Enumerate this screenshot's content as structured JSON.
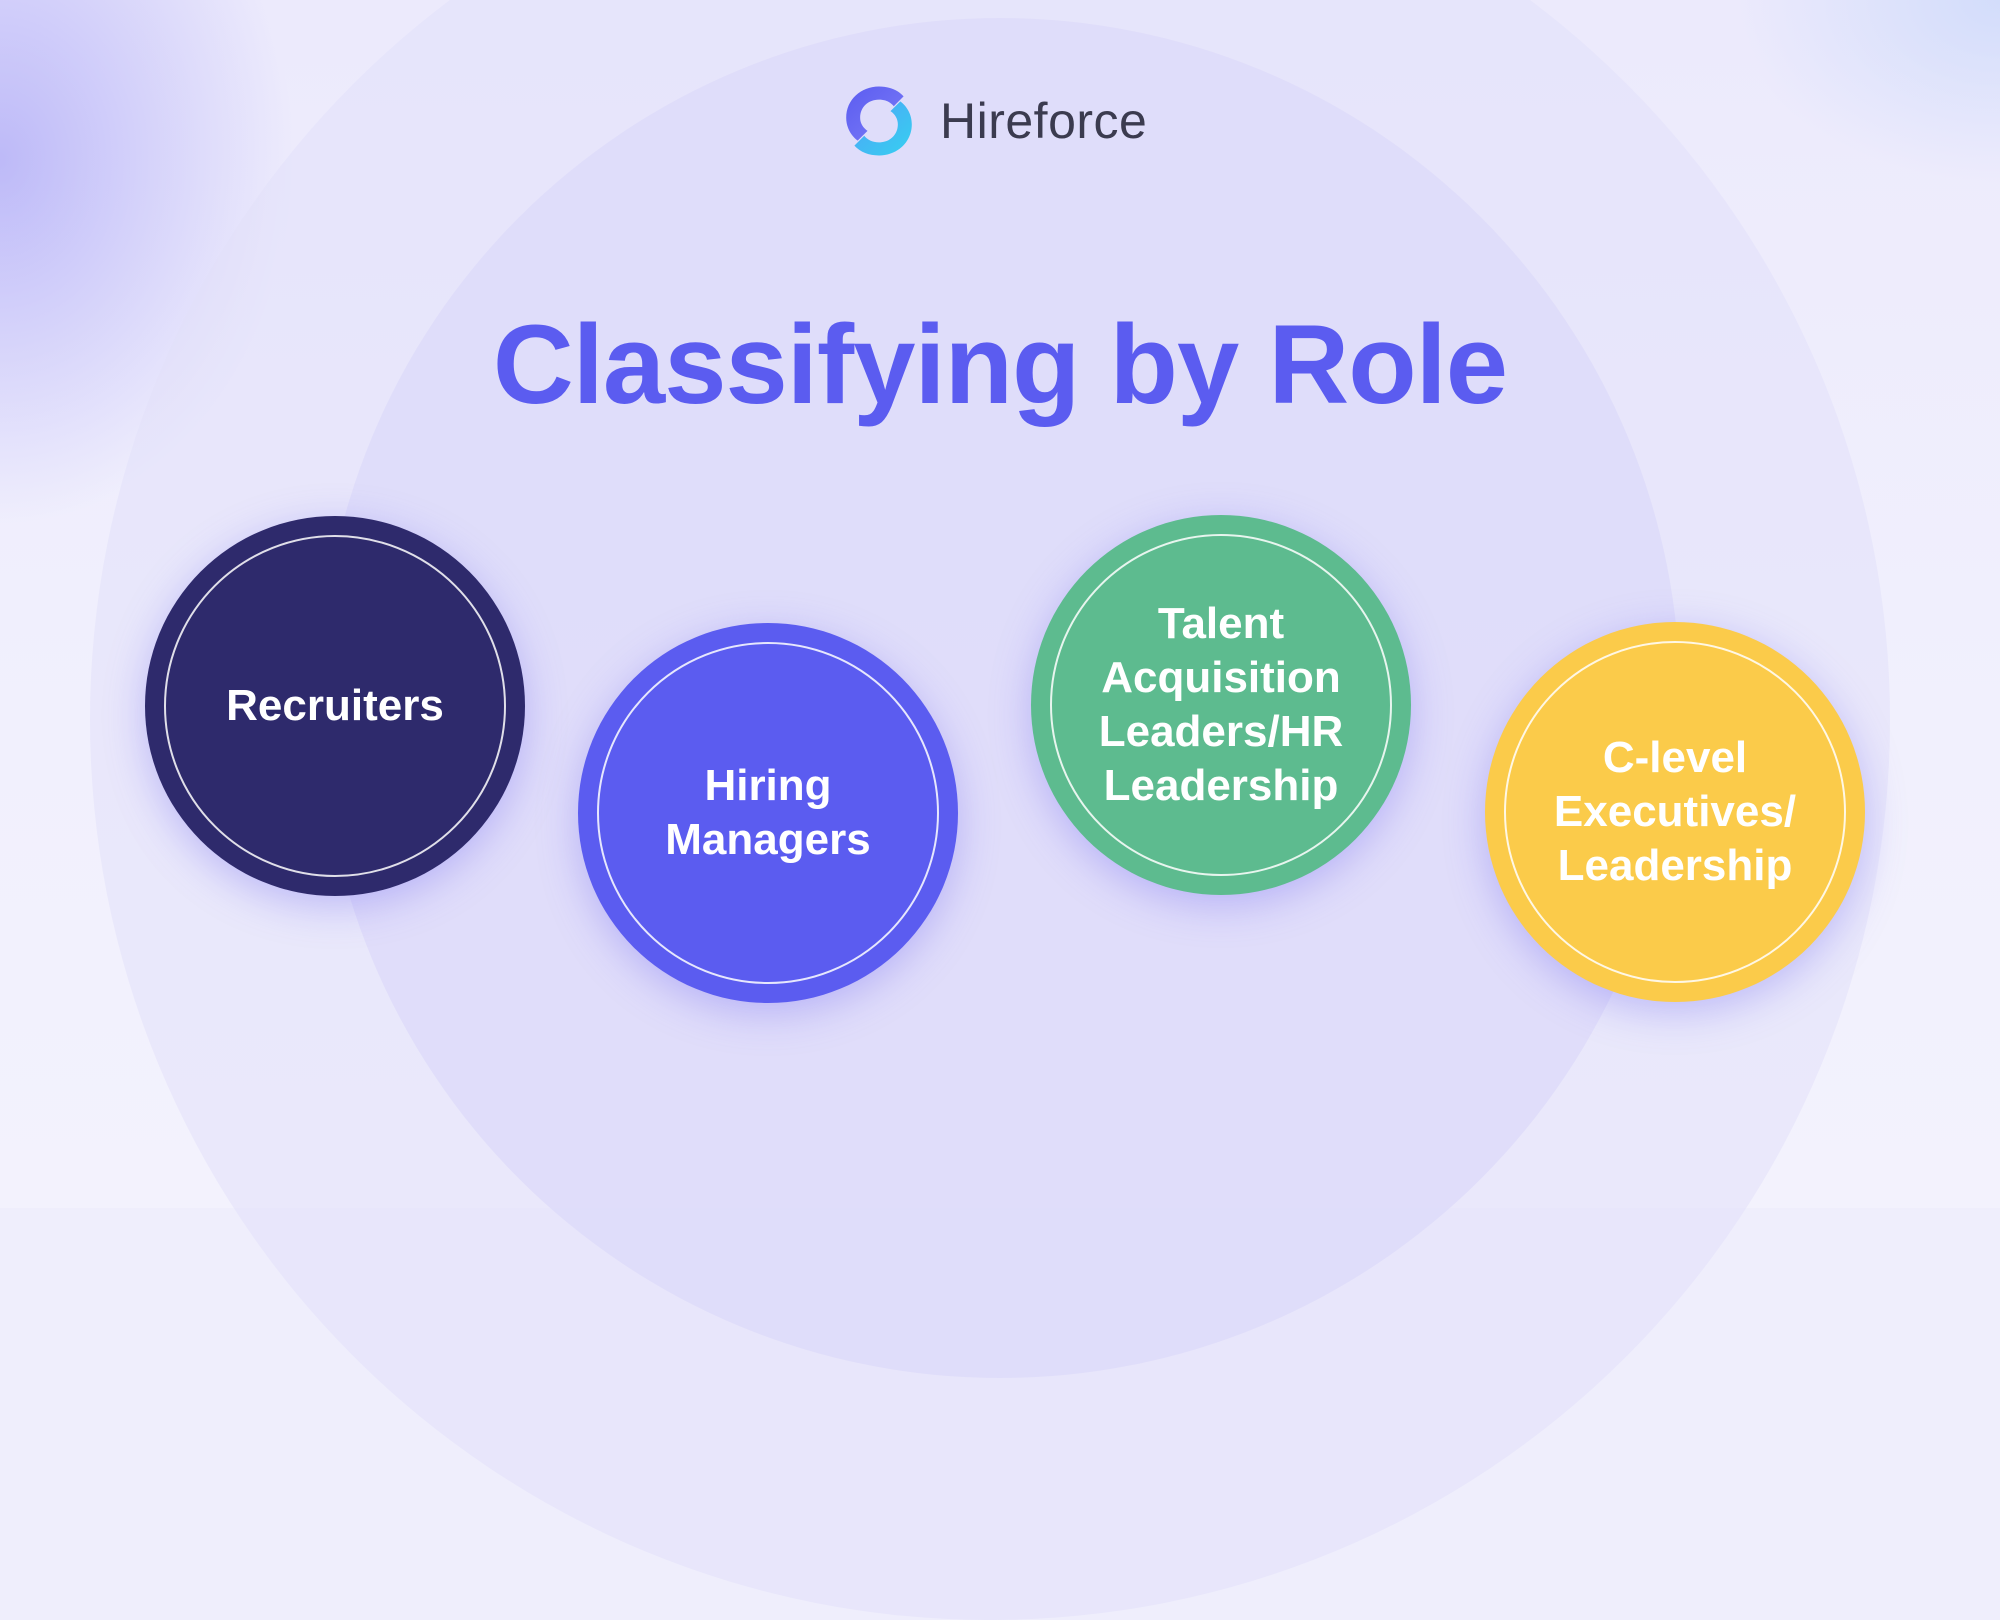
{
  "brand": {
    "name": "Hireforce",
    "logo_icon": "ring-logo-icon",
    "logo_colors": [
      "#5b5cf0",
      "#38c6f4"
    ]
  },
  "title": "Classifying by Role",
  "title_color": "#5b5cf0",
  "roles": [
    {
      "label": "Recruiters",
      "color": "#2e2a6c"
    },
    {
      "label": "Hiring\nManagers",
      "color": "#5b5cf0"
    },
    {
      "label": "Talent\nAcquisition\nLeaders/HR\nLeadership",
      "color": "#5dbb8f"
    },
    {
      "label": "C-level\nExecutives/\nLeadership",
      "color": "#fbcb4a"
    }
  ]
}
